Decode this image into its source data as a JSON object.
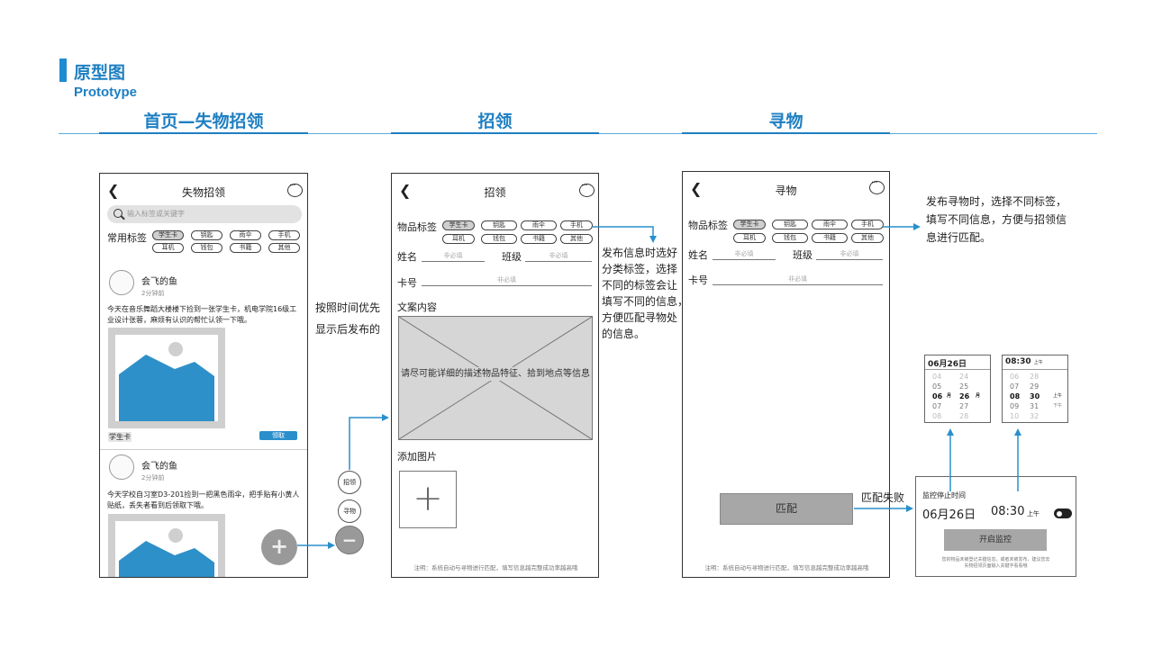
{
  "header": {
    "title": "原型图",
    "subtitle": "Prototype"
  },
  "columns": {
    "home": "首页—失物招领",
    "claim": "招领",
    "seek": "寻物"
  },
  "home_screen": {
    "title": "失物招领",
    "search_placeholder": "输入标签或关键字",
    "tags_label": "常用标签",
    "tags": [
      "学生卡",
      "钥匙",
      "雨伞",
      "手机",
      "耳机",
      "钱包",
      "书籍",
      "其他"
    ],
    "posts": [
      {
        "user": "会飞的鱼",
        "time": "2分钟前",
        "text": "今天在音乐舞蹈大楼楼下捡到一张学生卡，机电学院16级工业设计张蓉，麻烦有认识的帮忙认领一下哦。",
        "tag": "学生卡",
        "action": "领取"
      },
      {
        "user": "会飞的鱼",
        "time": "2分钟前",
        "text": "今天学校自习室D3-201捡到一把黑色雨伞，把手贴有小黄人贴纸，丢失者看到后领取下哦。"
      }
    ],
    "fab_plus": "+",
    "fab_minus": "−",
    "mini_claim": "招领",
    "mini_seek": "寻物"
  },
  "annotation_time": [
    "按照时间优先",
    "显示后发布的"
  ],
  "claim_screen": {
    "title": "招领",
    "tags_label": "物品标签",
    "tags": [
      "学生卡",
      "钥匙",
      "雨伞",
      "手机",
      "耳机",
      "钱包",
      "书籍",
      "其他"
    ],
    "name_label": "姓名",
    "class_label": "班级",
    "card_label": "卡号",
    "optional": "非必填",
    "content_label": "文案内容",
    "content_placeholder": "请尽可能详细的描述物品特征、拾到地点等信息",
    "add_image_label": "添加图片",
    "add_plus": "+",
    "footer": "注明：系统自动与寻物进行匹配，填写信息越完整成功率越高哦"
  },
  "annotation_tags": [
    "发布信息时选好",
    "分类标签，选择",
    "不同的标签会让",
    "填写不同的信息，",
    "方便匹配寻物处",
    "的信息。"
  ],
  "seek_screen": {
    "title": "寻物",
    "tags_label": "物品标签",
    "tags": [
      "学生卡",
      "钥匙",
      "雨伞",
      "手机",
      "耳机",
      "钱包",
      "书籍",
      "其他"
    ],
    "name_label": "姓名",
    "class_label": "班级",
    "card_label": "卡号",
    "optional": "非必填",
    "match_button": "匹配",
    "footer": "注明：系统自动与寻物进行匹配，填写信息越完整成功率越高哦"
  },
  "annotation_seek": [
    "发布寻物时，选择不同标签，",
    "填写不同信息，方便与招领信",
    "息进行匹配。"
  ],
  "match_fail": "匹配失败",
  "date_picker": {
    "header": "06月26日",
    "rows": [
      {
        "m": "04",
        "d": "24",
        "mu": "",
        "du": ""
      },
      {
        "m": "05",
        "d": "25",
        "mu": "",
        "du": ""
      },
      {
        "m": "06",
        "d": "26",
        "mu": "月",
        "du": "月"
      },
      {
        "m": "07",
        "d": "27",
        "mu": "",
        "du": ""
      },
      {
        "m": "08",
        "d": "28",
        "mu": "",
        "du": ""
      }
    ]
  },
  "time_picker": {
    "header": "08:30",
    "header_ampm": "上午",
    "rows": [
      {
        "h": "06",
        "m": "28",
        "ap": ""
      },
      {
        "h": "07",
        "m": "29",
        "ap": ""
      },
      {
        "h": "08",
        "m": "30",
        "ap": "上午"
      },
      {
        "h": "09",
        "m": "31",
        "ap": "下午"
      },
      {
        "h": "10",
        "m": "32",
        "ap": ""
      }
    ]
  },
  "monitor_panel": {
    "label": "监控停止时间",
    "date": "06月26日",
    "time": "08:30",
    "ampm": "上午",
    "button": "开启监控",
    "note_line1": "您的物品未被登记关键信息，或者未被发布，建议您去",
    "note_line2": "失物招领页面输入关键字看看哦"
  },
  "colors": {
    "accent": "#1e8ccf",
    "arrow": "#2a8fcb",
    "image_blue": "#2e90c8"
  }
}
